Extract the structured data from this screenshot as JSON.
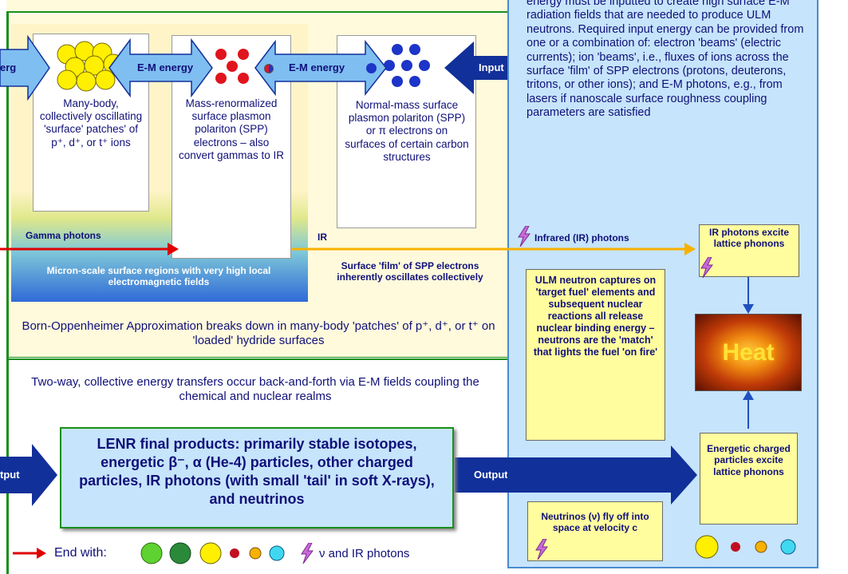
{
  "left_panel": {
    "top_line": "",
    "arrows": {
      "left_label": "erg",
      "mid1_label": "E-M energy",
      "mid2_label": "E-M energy",
      "input_label": "Input",
      "gamma_label": "Gamma photons",
      "ir_label": "IR",
      "output_left_label": "tput",
      "output_right_label": "Output"
    },
    "box1_text": "Many-body, collectively oscillating 'surface' patches' of p⁺, d⁺, or t⁺ ions",
    "box2_text": "Mass-renormalized surface plasmon polariton (SPP) electrons – also convert gammas to IR",
    "box3_text": "Normal-mass surface plasmon polariton (SPP) or π electrons on surfaces of certain carbon structures",
    "micron_text": "Micron-scale surface regions with very high local electromagnetic fields",
    "surface_film_text": "Surface 'film' of SPP electrons inherently oscillates collectively",
    "born_text": "Born-Oppenheimer Approximation breaks down in many-body 'patches' of p⁺, d⁺, or t⁺ on 'loaded' hydride surfaces",
    "two_way_text": "Two-way, collective energy transfers occur back-and-forth via E-M fields coupling the chemical and nuclear realms",
    "final_products_text": "LENR final products: primarily stable isotopes, energetic β⁻, α (He-4) particles, other charged particles, IR photons (with small 'tail' in soft X-rays), and neutrinos",
    "end_with_label": "End with:",
    "end_with_tail": "ν and IR photons"
  },
  "right_panel": {
    "energy_text": "energy must be inputted to create high surface E-M radiation fields that are needed to produce ULM neutrons. Required input energy can be provided from one or a combination of: electron 'beams' (electric currents); ion 'beams', i.e., fluxes of ions across the surface 'film' of SPP electrons (protons, deuterons, tritons, or other ions); and E-M photons, e.g., from lasers if nanoscale surface roughness coupling parameters are satisfied",
    "infrared_label": "Infrared (IR) photons",
    "ir_box_text": "IR photons excite lattice phonons",
    "ulm_text": "ULM neutron captures on 'target fuel' elements and subsequent nuclear reactions all release nuclear binding energy – neutrons are the 'match' that lights the fuel 'on fire'",
    "heat_label": "Heat",
    "energetic_text": "Energetic charged particles excite lattice phonons",
    "neutrino_text": "Neutrinos (ν) fly off into space at velocity c"
  },
  "colors": {
    "navy_text": "#10107a",
    "arrow_blue": "#12309a",
    "arrow_light": "#7fbef0",
    "gamma_red": "#e00000",
    "ir_orange": "#f7b100",
    "panel_cream": "#fffadc",
    "panel_blue": "#c6e4fb",
    "box_yellow": "#fffd9e"
  }
}
